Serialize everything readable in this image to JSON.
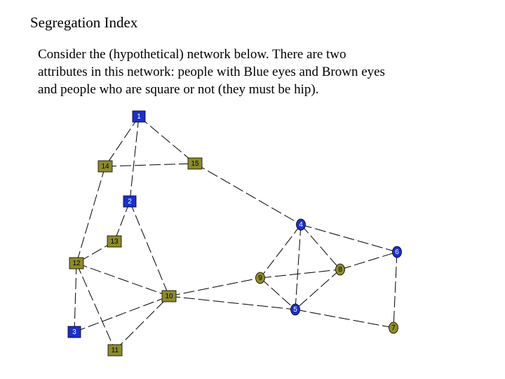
{
  "slide": {
    "title": "Segregation Index",
    "lines": [
      "Consider the (hypothetical) network below.  There are two",
      "attributes in this network: people with Blue eyes and Brown eyes",
      "and people who are square or not (they must be hip)."
    ]
  },
  "colors": {
    "blue": "#1a2fd0",
    "brown": "#8c8c28",
    "text_on_blue": "#ffffff",
    "text_on_brown": "#000000"
  },
  "network": {
    "nodes": [
      {
        "id": "1",
        "label": "1",
        "eyes": "blue",
        "shape": "square"
      },
      {
        "id": "2",
        "label": "2",
        "eyes": "blue",
        "shape": "square"
      },
      {
        "id": "3",
        "label": "3",
        "eyes": "blue",
        "shape": "square"
      },
      {
        "id": "4",
        "label": "4",
        "eyes": "blue",
        "shape": "circle"
      },
      {
        "id": "5",
        "label": "5",
        "eyes": "blue",
        "shape": "circle"
      },
      {
        "id": "6",
        "label": "6",
        "eyes": "blue",
        "shape": "circle"
      },
      {
        "id": "7",
        "label": "7",
        "eyes": "brown",
        "shape": "circle"
      },
      {
        "id": "8",
        "label": "8",
        "eyes": "brown",
        "shape": "circle"
      },
      {
        "id": "9",
        "label": "9",
        "eyes": "brown",
        "shape": "circle"
      },
      {
        "id": "10",
        "label": "10",
        "eyes": "brown",
        "shape": "square"
      },
      {
        "id": "11",
        "label": "11",
        "eyes": "brown",
        "shape": "square"
      },
      {
        "id": "12",
        "label": "12",
        "eyes": "brown",
        "shape": "square"
      },
      {
        "id": "13",
        "label": "13",
        "eyes": "brown",
        "shape": "square"
      },
      {
        "id": "14",
        "label": "14",
        "eyes": "brown",
        "shape": "square"
      },
      {
        "id": "15",
        "label": "15",
        "eyes": "brown",
        "shape": "square"
      }
    ],
    "edges": [
      [
        "1",
        "14"
      ],
      [
        "1",
        "2"
      ],
      [
        "1",
        "15"
      ],
      [
        "14",
        "15"
      ],
      [
        "14",
        "12"
      ],
      [
        "15",
        "4"
      ],
      [
        "2",
        "13"
      ],
      [
        "2",
        "10"
      ],
      [
        "13",
        "12"
      ],
      [
        "12",
        "10"
      ],
      [
        "12",
        "3"
      ],
      [
        "12",
        "11"
      ],
      [
        "3",
        "10"
      ],
      [
        "11",
        "10"
      ],
      [
        "10",
        "9"
      ],
      [
        "10",
        "5"
      ],
      [
        "4",
        "9"
      ],
      [
        "4",
        "5"
      ],
      [
        "4",
        "8"
      ],
      [
        "4",
        "6"
      ],
      [
        "9",
        "8"
      ],
      [
        "9",
        "5"
      ],
      [
        "8",
        "5"
      ],
      [
        "8",
        "6"
      ],
      [
        "6",
        "7"
      ],
      [
        "5",
        "7"
      ]
    ]
  }
}
